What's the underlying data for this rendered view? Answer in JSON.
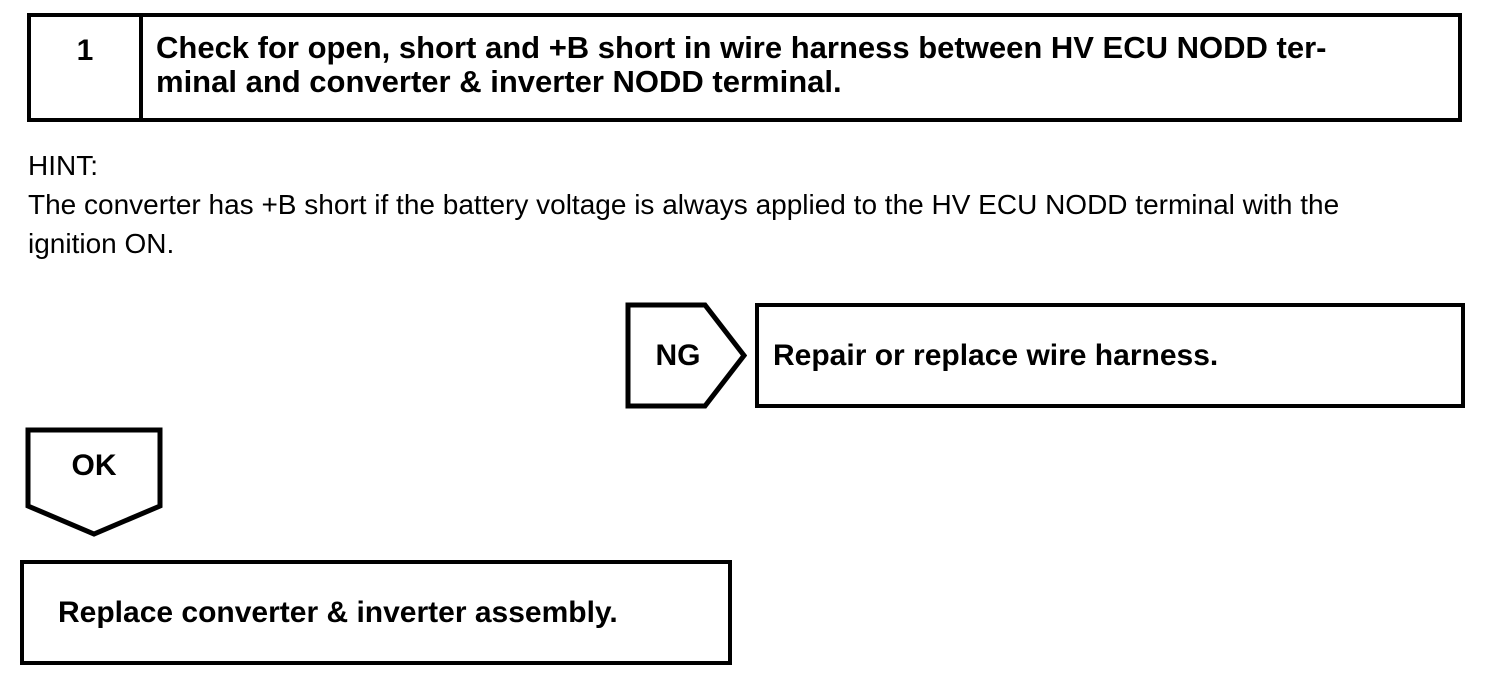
{
  "theme": {
    "ink": "#000000",
    "paper": "#ffffff"
  },
  "step": {
    "number": "1",
    "title_line1": "Check for open, short and +B short in wire harness between HV ECU NODD ter-",
    "title_line2": "minal and converter & inverter NODD terminal."
  },
  "hint": {
    "label": "HINT:",
    "body_line1": "The converter has +B short if the battery voltage is always applied to the HV ECU NODD terminal with the",
    "body_line2": "ignition ON."
  },
  "ng_branch": {
    "connector_label": "NG",
    "action": "Repair or replace wire harness."
  },
  "ok_branch": {
    "connector_label": "OK",
    "action": "Replace converter & inverter assembly."
  }
}
